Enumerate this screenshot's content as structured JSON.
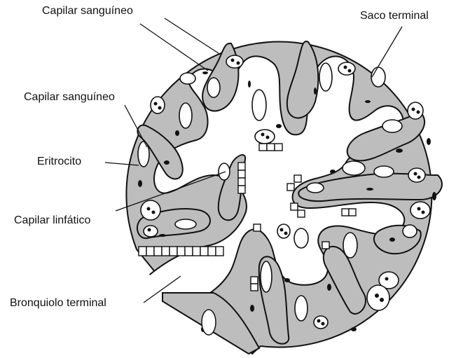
{
  "labels": {
    "capilar_sanguineo_top": "Capilar sanguíneo",
    "saco_terminal": "Saco terminal",
    "capilar_sanguineo_left": "Capilar sanguíneo",
    "eritrocito": "Eritrocito",
    "capilar_linfatico": "Capilar linfático",
    "bronquiolo_terminal": "Bronquiolo terminal"
  },
  "colors": {
    "tissue_fill": "#bdbdbd",
    "outline": "#111111",
    "cell_fill": "#ffffff",
    "nucleus": "#111111",
    "background": "#ffffff"
  }
}
